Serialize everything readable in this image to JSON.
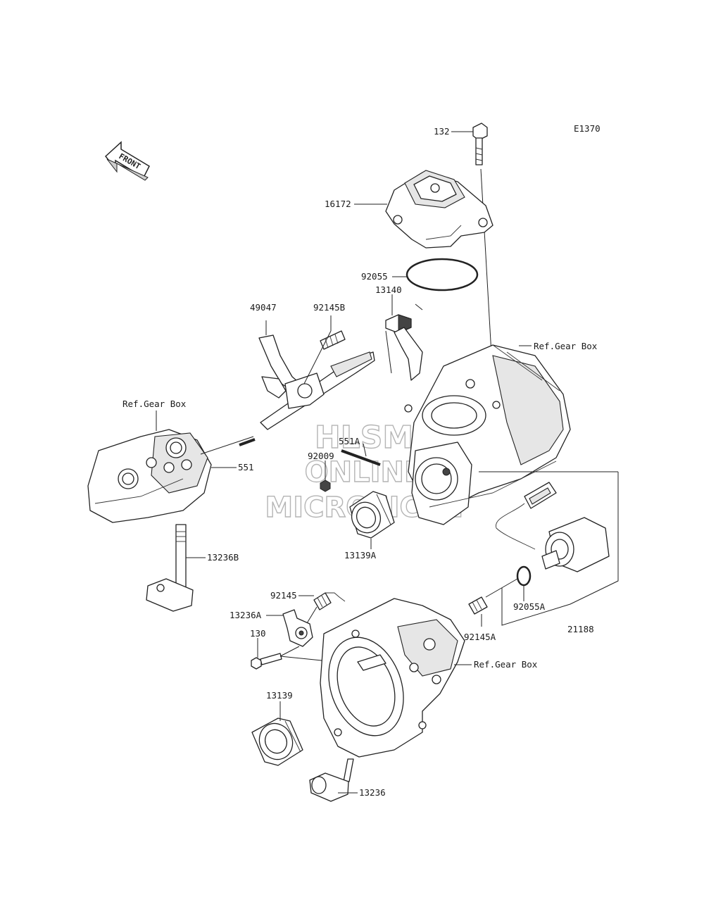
{
  "diagram_code": "E1370",
  "front_label": "FRONT",
  "watermark": [
    "HLSM",
    "ONLINE",
    "MICROFICHE"
  ],
  "parts": {
    "p132": "132",
    "p16172": "16172",
    "p92055": "92055",
    "p13140": "13140",
    "p49047": "49047",
    "p92145B": "92145B",
    "p551A": "551A",
    "p92009": "92009",
    "p551": "551",
    "p13139A": "13139A",
    "p13236B": "13236B",
    "p92145": "92145",
    "p13236A": "13236A",
    "p130": "130",
    "p92145A": "92145A",
    "p92055A": "92055A",
    "p21188": "21188",
    "p13139": "13139",
    "p13236": "13236"
  },
  "refs": {
    "gear_box_top": "Ref.Gear Box",
    "gear_box_left": "Ref.Gear Box",
    "gear_box_bottom": "Ref.Gear Box"
  }
}
